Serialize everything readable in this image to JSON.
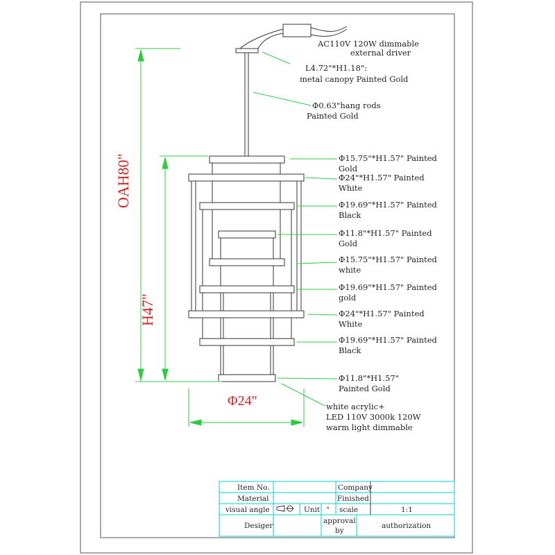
{
  "driver": {
    "line1": "AC110V 120W dimmable",
    "line2": "external driver"
  },
  "canopy": {
    "line1": "L4.72\"*H1.18\":",
    "line2": "metal canopy Painted Gold"
  },
  "rods": {
    "line1": "Φ0.63\"hang rods",
    "line2": "Painted Gold"
  },
  "rings": [
    {
      "line1": "Φ15.75\"*H1.57\" Painted",
      "line2": "Gold"
    },
    {
      "line1": "Φ24\"*H1.57\" Painted",
      "line2": "White"
    },
    {
      "line1": "Φ19.69\"*H1.57\" Painted",
      "line2": "Black"
    },
    {
      "line1": "Φ11.8\"*H1.57\" Painted",
      "line2": "Gold"
    },
    {
      "line1": "Φ15.75\"*H1.57\" Painted",
      "line2": "white"
    },
    {
      "line1": "Φ19.69\"*H1.57\" Painted",
      "line2": "gold"
    },
    {
      "line1": "Φ24\"*H1.57\" Painted",
      "line2": "White"
    },
    {
      "line1": "Φ19.69\"*H1.57\" Painted",
      "line2": "Black"
    },
    {
      "line1": "Φ11.8\"*H1.57\"",
      "line2": "Painted Gold"
    }
  ],
  "light": {
    "line1": "white acrylic+",
    "line2": "LED 110V 3000k 120W",
    "line3": "warm light  dimmable"
  },
  "dimensions": {
    "overall": "OAH80\"",
    "body": "H47\"",
    "diameter": "Φ24\""
  },
  "title_block": {
    "item_no": "Item No.",
    "company": "Company",
    "material": "Material",
    "finished": "Finished",
    "visual_angle": "visual angle",
    "unit": "Unit",
    "unit_value": "\"",
    "scale": "scale",
    "scale_value": "1:1",
    "designer": "Desiger",
    "approval1": "approval",
    "approval2": "by",
    "authorization": "authorization"
  },
  "colors": {
    "dimension": "#2ecc40",
    "dimension_text": "#d62020",
    "table": "#00d0d0"
  }
}
